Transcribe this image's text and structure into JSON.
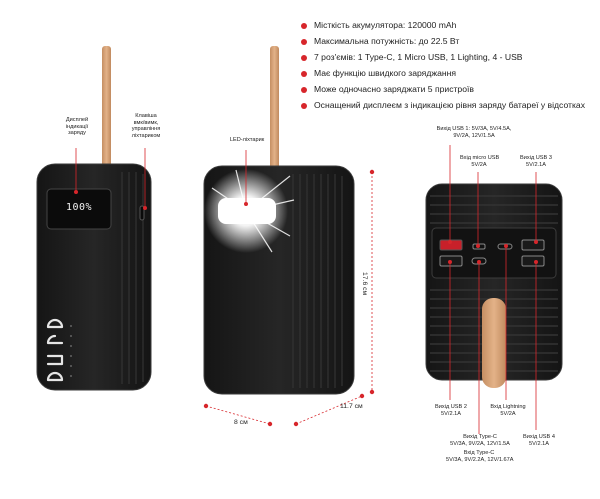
{
  "brand": {
    "logo_text": "AURA"
  },
  "features": [
    "Місткість акумулятора: 120000 mAh",
    "Максимальна потужність: до 22.5 Вт",
    "7 роз'ємів: 1 Type-C, 1 Micro USB, 1 Lighting, 4 - USB",
    "Має функцію швидкого заряджання",
    "Може одночасно заряджати 5 пристроїв",
    "Оснащений дисплеєм з індикацією рівня заряду батареї у відсотках"
  ],
  "display": {
    "value": "100%"
  },
  "labels": {
    "display": "Дисплей\nіндикації\nзаряду",
    "power_button": "Клавіша\nвмк/вимк,\nуправління\nліхтариком",
    "led": "LED-ліхтарик",
    "usb1": "Вихід USB 1: 5V/3A, 5V/4.5A,\n9V/2A, 12V/1.5A",
    "micro_usb": "Вхід micro USB\n5V/2A",
    "usb3": "Вихід USB 3\n5V/2.1A",
    "usb2": "Вихід USB 2\n5V/2.1A",
    "lightning": "Вхід Lightning\n5V/2A",
    "usb4": "Вихід USB 4\n5V/2.1A",
    "typec_out": "Вихід Type-C\n5V/3A, 9V/2A, 12V/1.5A",
    "typec_in": "Вхід Type-C\n5V/3A, 9V/2.2A, 12V/1.67A"
  },
  "dimensions": {
    "width": "8 см",
    "depth": "11.7 см",
    "height": "17.6 см"
  },
  "colors": {
    "accent": "#d7262b",
    "body": "#1c1c1c",
    "strap": "#d9a47a"
  }
}
